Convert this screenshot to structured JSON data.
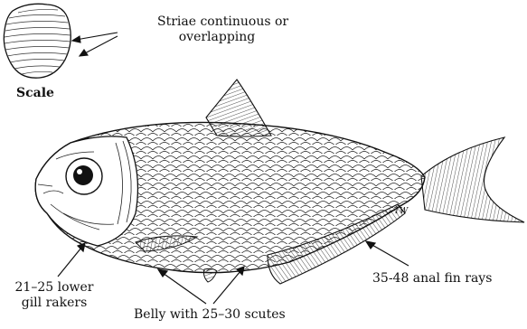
{
  "scale": {
    "caption": "Scale",
    "striae_label_line1": "Striae continuous or",
    "striae_label_line2": "overlapping"
  },
  "annotations": {
    "gill_rakers_line1": "21–25 lower",
    "gill_rakers_line2": "gill rakers",
    "belly_scutes": "Belly with 25–30 scutes",
    "anal_fin_rays": "35-48 anal fin rays"
  },
  "artist_signature": "TW",
  "colors": {
    "ink": "#111111",
    "background": "#ffffff"
  }
}
